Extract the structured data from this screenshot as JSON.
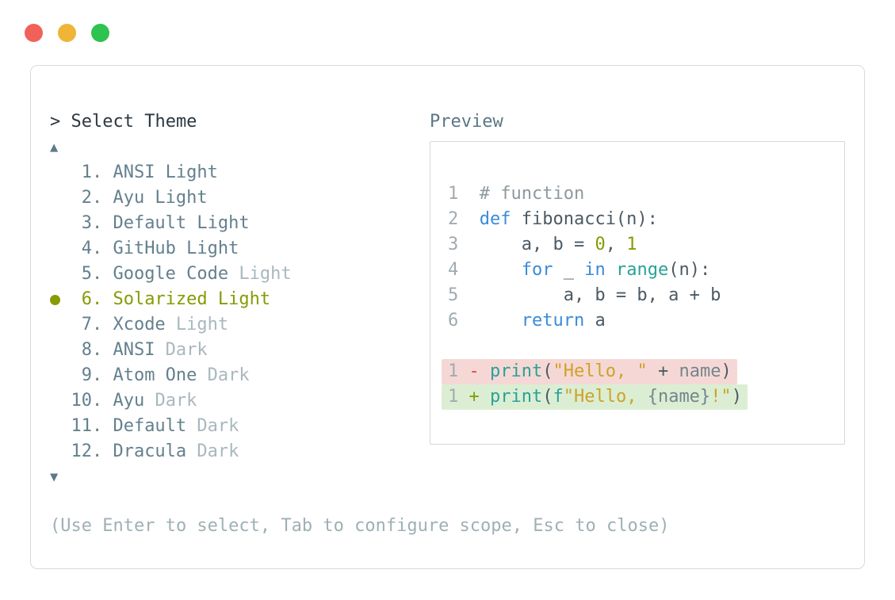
{
  "window": {
    "traffic_lights": [
      {
        "name": "close-button",
        "color": "#f2605a"
      },
      {
        "name": "minimize-button",
        "color": "#f0b437"
      },
      {
        "name": "zoom-button",
        "color": "#2ec24e"
      }
    ]
  },
  "selector": {
    "prompt": "> Select Theme",
    "scroll_up_icon": "▲",
    "scroll_down_icon": "▼",
    "items": [
      {
        "number": "1.",
        "name": "ANSI Light",
        "variant": "",
        "selected": false
      },
      {
        "number": "2.",
        "name": "Ayu Light",
        "variant": "",
        "selected": false
      },
      {
        "number": "3.",
        "name": "Default Light",
        "variant": "",
        "selected": false
      },
      {
        "number": "4.",
        "name": "GitHub Light",
        "variant": "",
        "selected": false
      },
      {
        "number": "5.",
        "name": "Google Code",
        "variant": "Light",
        "selected": false
      },
      {
        "number": "6.",
        "name": "Solarized Light",
        "variant": "",
        "selected": true
      },
      {
        "number": "7.",
        "name": "Xcode",
        "variant": "Light",
        "selected": false
      },
      {
        "number": "8.",
        "name": "ANSI",
        "variant": "Dark",
        "selected": false
      },
      {
        "number": "9.",
        "name": "Atom One",
        "variant": "Dark",
        "selected": false
      },
      {
        "number": "10.",
        "name": "Ayu",
        "variant": "Dark",
        "selected": false
      },
      {
        "number": "11.",
        "name": "Default",
        "variant": "Dark",
        "selected": false
      },
      {
        "number": "12.",
        "name": "Dracula",
        "variant": "Dark",
        "selected": false
      }
    ],
    "hint": "(Use Enter to select, Tab to configure scope, Esc to close)"
  },
  "preview": {
    "label": "Preview",
    "code_lines": [
      {
        "num": "1",
        "tokens": [
          {
            "t": "# function",
            "c": "comment"
          }
        ]
      },
      {
        "num": "2",
        "tokens": [
          {
            "t": "def",
            "c": "kw"
          },
          {
            "t": " fibonacci(n):",
            "c": "plain"
          }
        ]
      },
      {
        "num": "3",
        "tokens": [
          {
            "t": "    a, b = ",
            "c": "plain"
          },
          {
            "t": "0",
            "c": "num"
          },
          {
            "t": ", ",
            "c": "plain"
          },
          {
            "t": "1",
            "c": "num"
          }
        ]
      },
      {
        "num": "4",
        "tokens": [
          {
            "t": "    ",
            "c": "plain"
          },
          {
            "t": "for",
            "c": "kw"
          },
          {
            "t": " _ ",
            "c": "plain"
          },
          {
            "t": "in",
            "c": "kw"
          },
          {
            "t": " ",
            "c": "plain"
          },
          {
            "t": "range",
            "c": "fn"
          },
          {
            "t": "(n):",
            "c": "plain"
          }
        ]
      },
      {
        "num": "5",
        "tokens": [
          {
            "t": "        a, b = b, a + b",
            "c": "plain"
          }
        ]
      },
      {
        "num": "6",
        "tokens": [
          {
            "t": "    ",
            "c": "plain"
          },
          {
            "t": "return",
            "c": "kw"
          },
          {
            "t": " a",
            "c": "plain"
          }
        ]
      }
    ],
    "diff_lines": [
      {
        "num": "1",
        "kind": "removed",
        "tokens": [
          {
            "t": " - ",
            "c": "minus"
          },
          {
            "t": "print",
            "c": "fn"
          },
          {
            "t": "(",
            "c": "plain"
          },
          {
            "t": "\"Hello, \"",
            "c": "str"
          },
          {
            "t": " + ",
            "c": "plain"
          },
          {
            "t": "name",
            "c": "var"
          },
          {
            "t": ")",
            "c": "plain"
          }
        ]
      },
      {
        "num": "1",
        "kind": "added",
        "tokens": [
          {
            "t": " + ",
            "c": "plus"
          },
          {
            "t": "print",
            "c": "fn"
          },
          {
            "t": "(",
            "c": "plain"
          },
          {
            "t": "f",
            "c": "fn"
          },
          {
            "t": "\"Hello, ",
            "c": "str"
          },
          {
            "t": "{name}",
            "c": "var"
          },
          {
            "t": "!\"",
            "c": "str"
          },
          {
            "t": ")",
            "c": "plain"
          }
        ]
      }
    ]
  },
  "colors": {
    "title_text": "#2c3742",
    "list_text": "#64808e",
    "muted_text": "#a9b8be",
    "hint_text": "#9fb0b4",
    "selected_theme": "#879b04",
    "code_text": "#4c5a64",
    "line_number": "#a0abb0",
    "comment": "#8e999e",
    "keyword": "#3a8bd8",
    "function": "#2aa198",
    "number": "#879b04",
    "string": "#cfa226",
    "variable": "#75848d",
    "removed_sign": "#e4423c",
    "added_sign": "#879b04",
    "removed_bg": "#f5d8d5",
    "added_bg": "#dbeed3"
  }
}
